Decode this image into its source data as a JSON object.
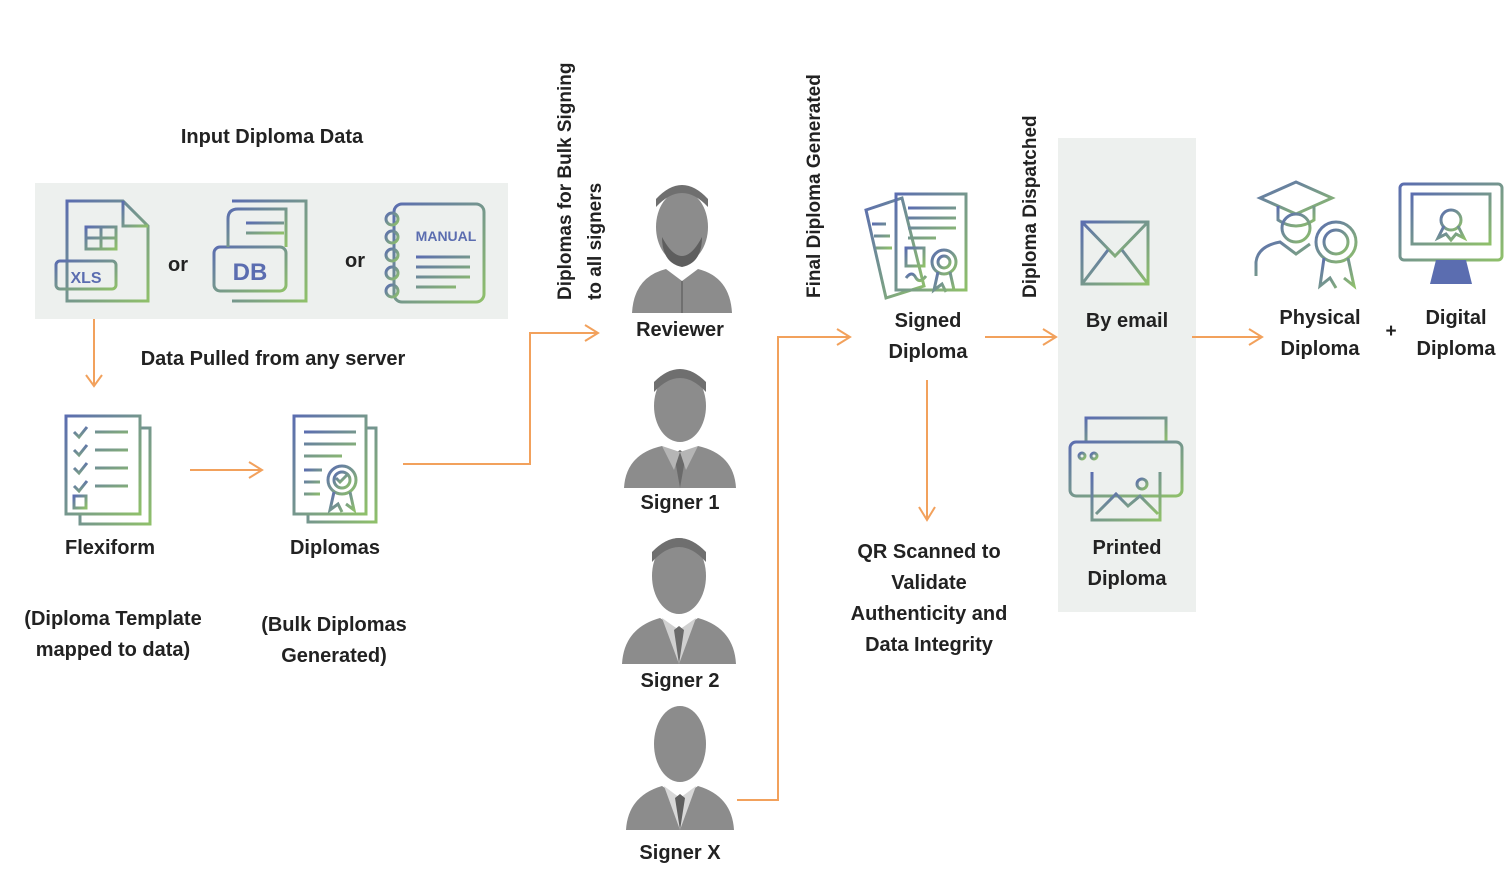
{
  "input": {
    "title": "Input Diploma Data",
    "xls_text": "XLS",
    "db_text": "DB",
    "manual_text": "MANUAL",
    "or_1": "or",
    "or_2": "or",
    "pulled_label": "Data Pulled from any server"
  },
  "flexiform": {
    "title": "Flexiform",
    "caption": "(Diploma Template\nmapped to data)"
  },
  "diplomas": {
    "title": "Diplomas",
    "caption": "(Bulk Diplomas\nGenerated)"
  },
  "stage_labels": {
    "bulk_signing": "Diplomas for Bulk Signing\nto all signers",
    "final_generated": "Final Diploma Generated",
    "dispatched": "Diploma Dispatched"
  },
  "signers": {
    "reviewer": "Reviewer",
    "signer1": "Signer 1",
    "signer2": "Signer 2",
    "signerx": "Signer X"
  },
  "signed": {
    "title": "Signed\nDiploma",
    "qr_caption": "QR Scanned to\nValidate\nAuthenticity and\nData Integrity"
  },
  "dispatch": {
    "email": "By email",
    "printed": "Printed\nDiploma"
  },
  "outputs": {
    "physical": "Physical\nDiploma",
    "plus": "+",
    "digital": "Digital\nDiploma"
  },
  "colors": {
    "arrow": "#f2a15c",
    "icon_blue": "#5b6db0",
    "icon_green": "#8fc06a",
    "person": "#8c8c8c",
    "box": "#edf0ee"
  }
}
